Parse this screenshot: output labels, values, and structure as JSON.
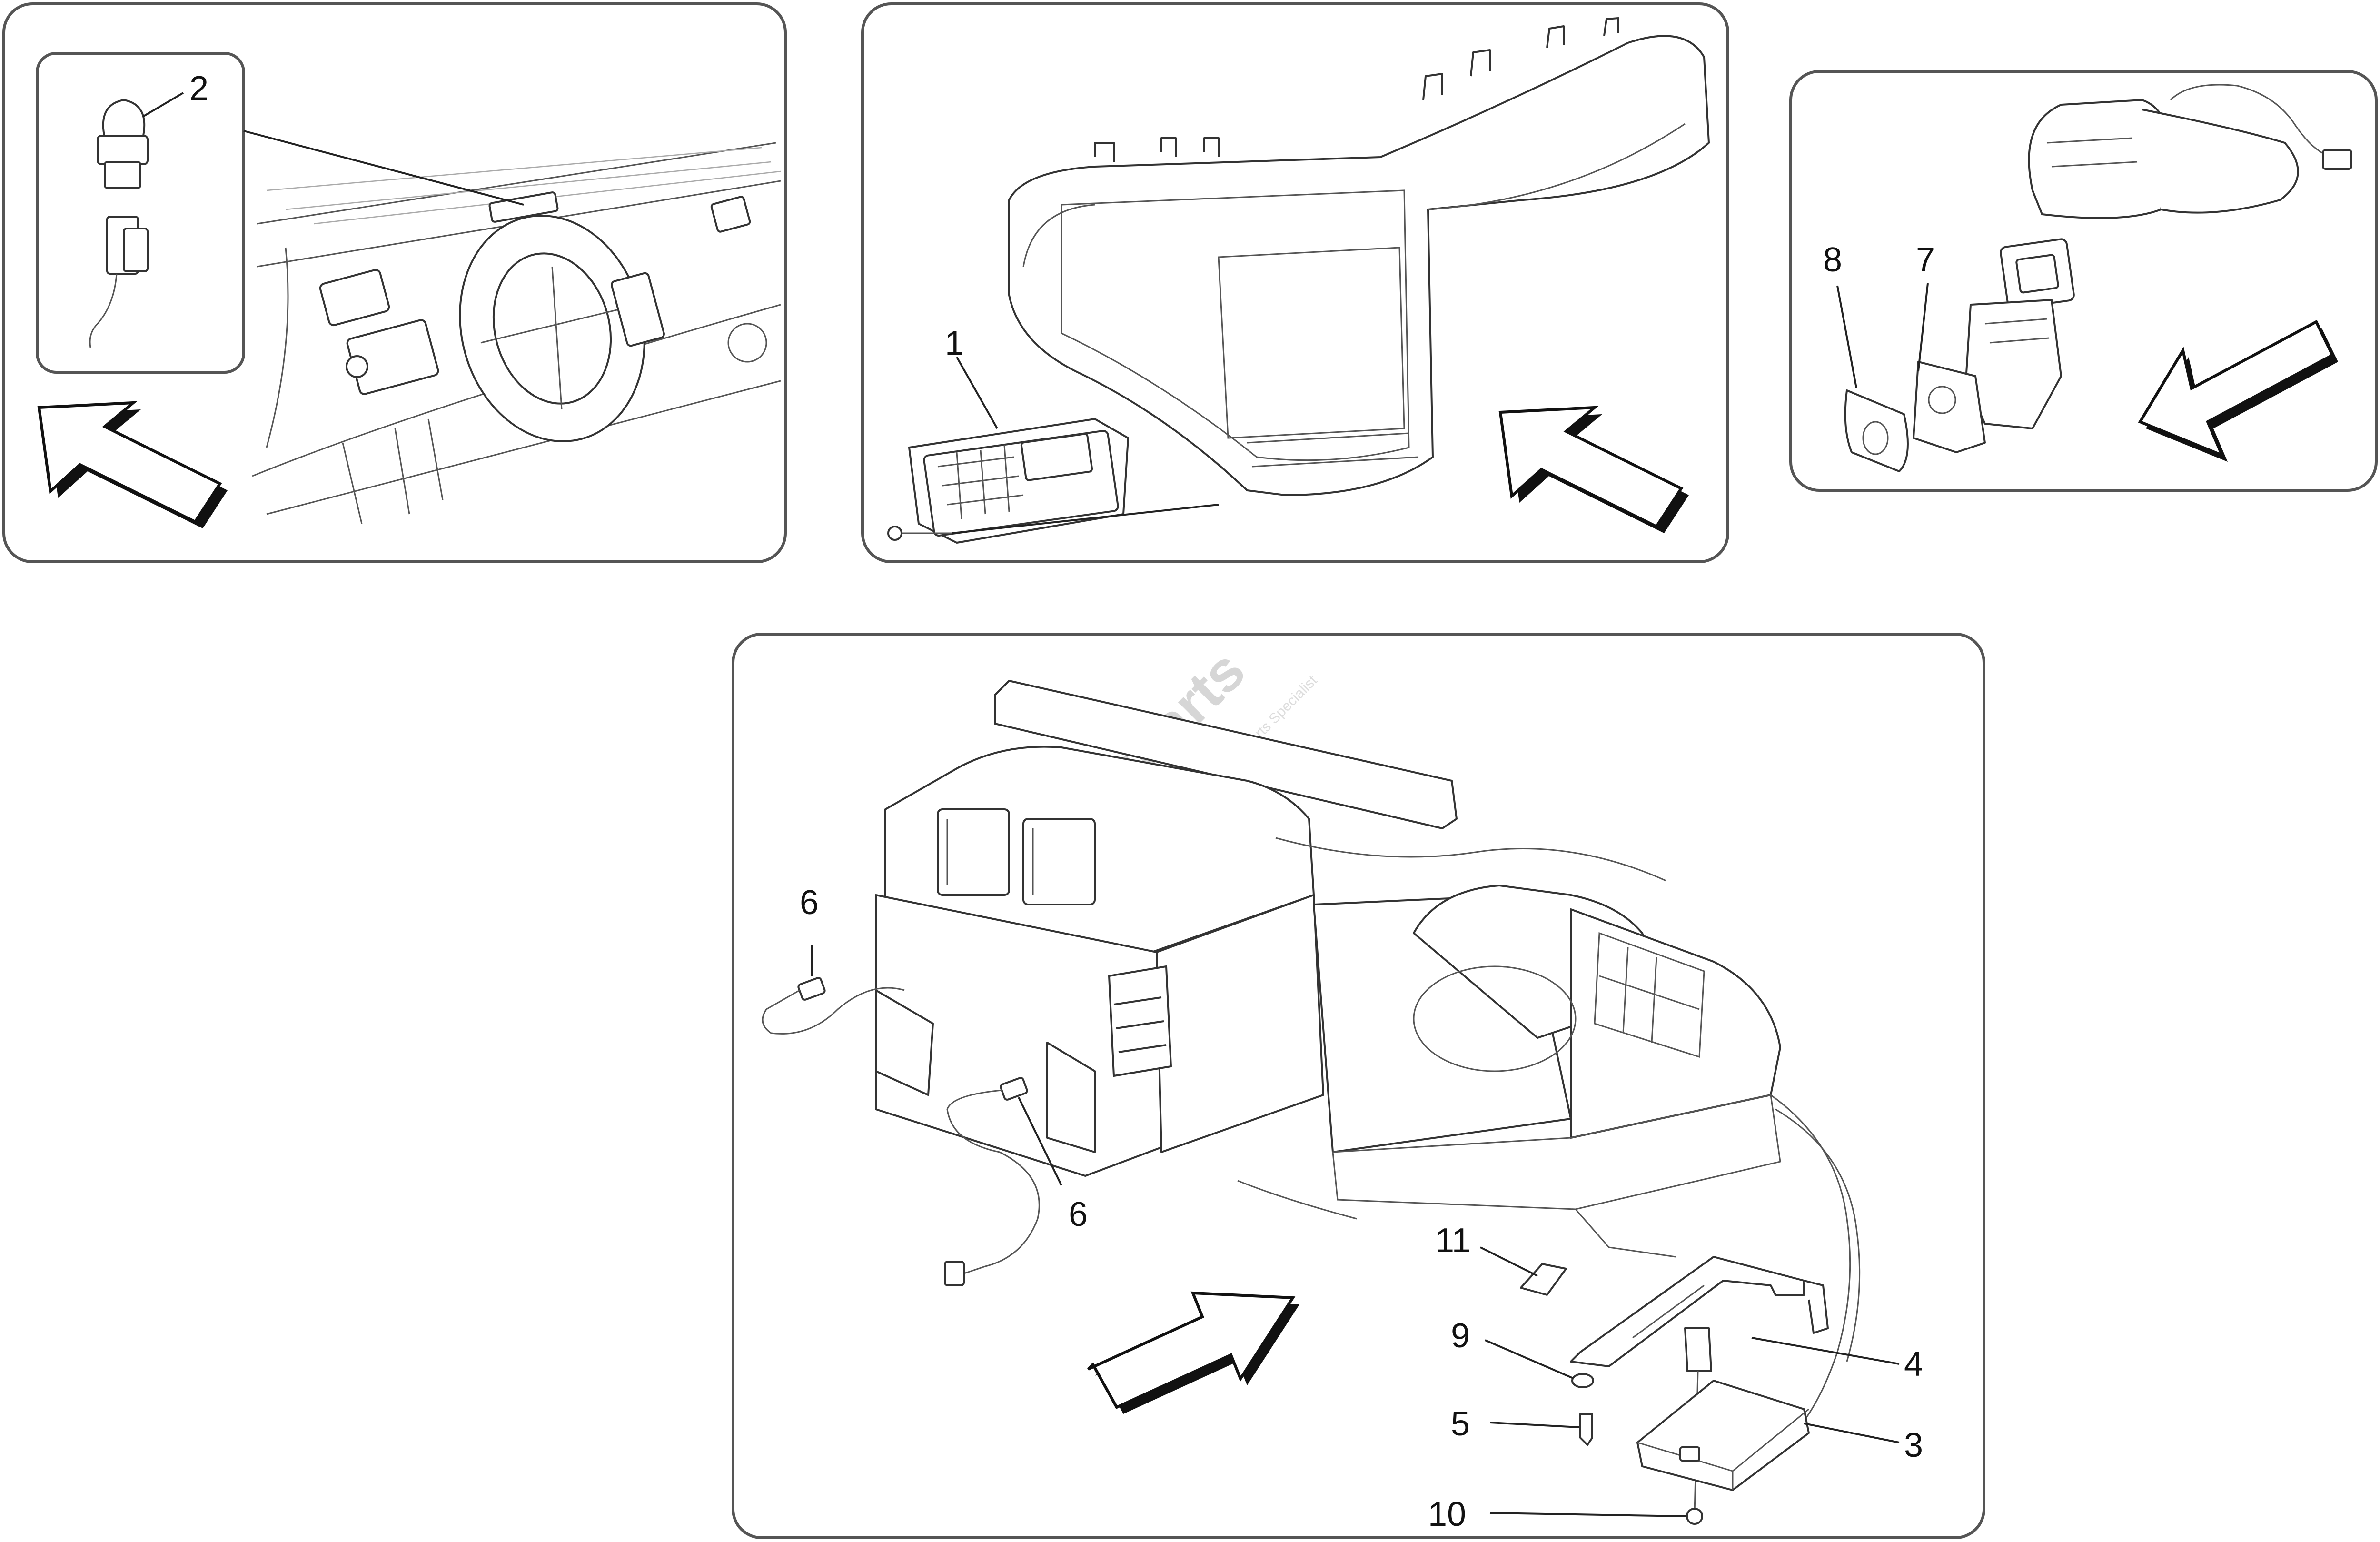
{
  "callouts": {
    "c1": "1",
    "c2": "2",
    "c3": "3",
    "c4": "4",
    "c5": "5",
    "c6a": "6",
    "c6b": "6",
    "c7": "7",
    "c8": "8",
    "c9": "9",
    "c10": "10",
    "c11": "11"
  },
  "watermark": {
    "brand": "Maxparts",
    "tagline": "The Parts Specialist"
  },
  "colors": {
    "line": "#333333",
    "panel_border": "#555555",
    "watermark": "#d6d6d6",
    "watermark_accent": "#e88a8a"
  }
}
